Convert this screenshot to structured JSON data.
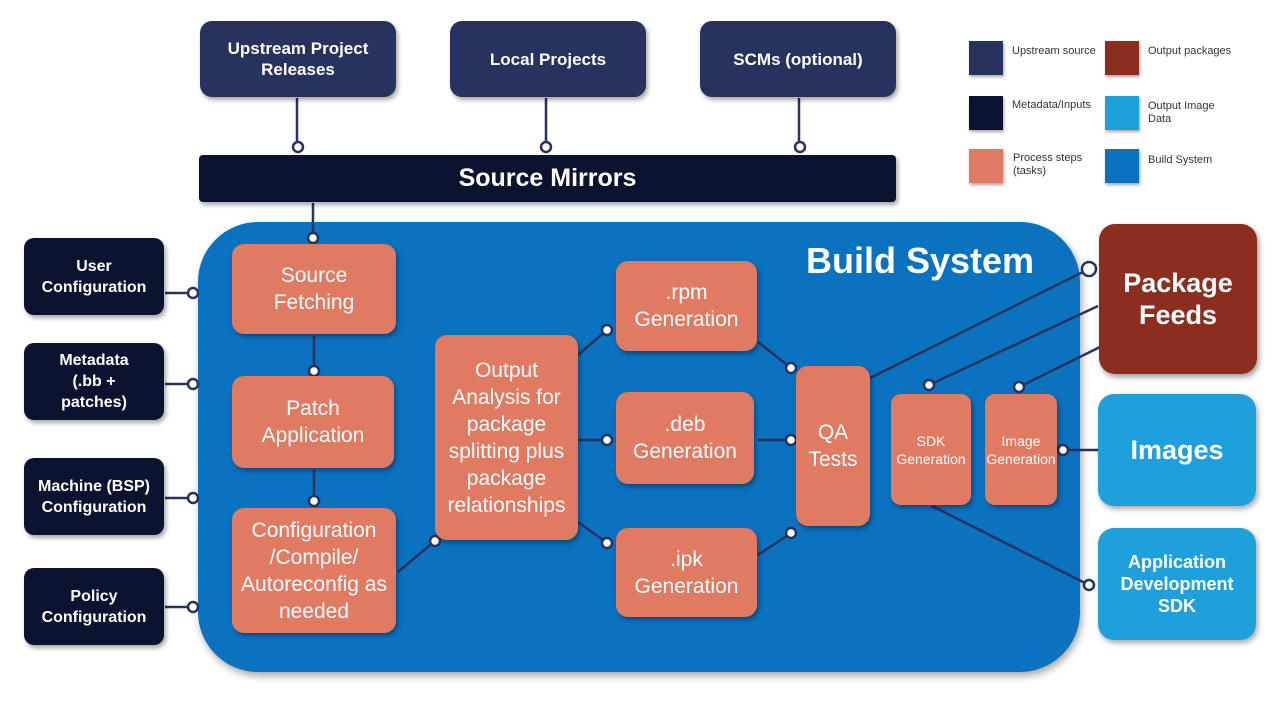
{
  "upstream": {
    "releases": "Upstream Project Releases",
    "local": "Local Projects",
    "scms": "SCMs (optional)"
  },
  "mirrors": "Source Mirrors",
  "inputs": {
    "user": "User Configuration",
    "metadata": "Metadata (.bb + patches)",
    "machine": "Machine (BSP) Configuration",
    "policy": "Policy Configuration"
  },
  "build_system": {
    "title": "Build System",
    "steps": {
      "fetch": "Source Fetching",
      "patch": "Patch Application",
      "compile": "Configuration /Compile/ Autoreconfig as needed",
      "analysis": "Output Analysis for package splitting plus package relationships",
      "rpm": ".rpm Generation",
      "deb": ".deb Generation",
      "ipk": ".ipk Generation",
      "qa": "QA Tests",
      "sdk_gen": "SDK Generation",
      "image_gen": "Image Generation"
    }
  },
  "outputs": {
    "feeds": "Package Feeds",
    "images": "Images",
    "sdk": "Application Development SDK"
  },
  "legend": {
    "upstream": "Upstream source",
    "output_packages": "Output packages",
    "metadata": "Metadata/Inputs",
    "output_image": "Output Image Data",
    "process": "Process steps (tasks)",
    "build": "Build System"
  },
  "colors": {
    "upstream": "#27325f",
    "metadata": "#0c1330",
    "process": "#e07a62",
    "build": "#0b72c0",
    "output_packages": "#8b2e1f",
    "output_image": "#1fa0dc"
  }
}
